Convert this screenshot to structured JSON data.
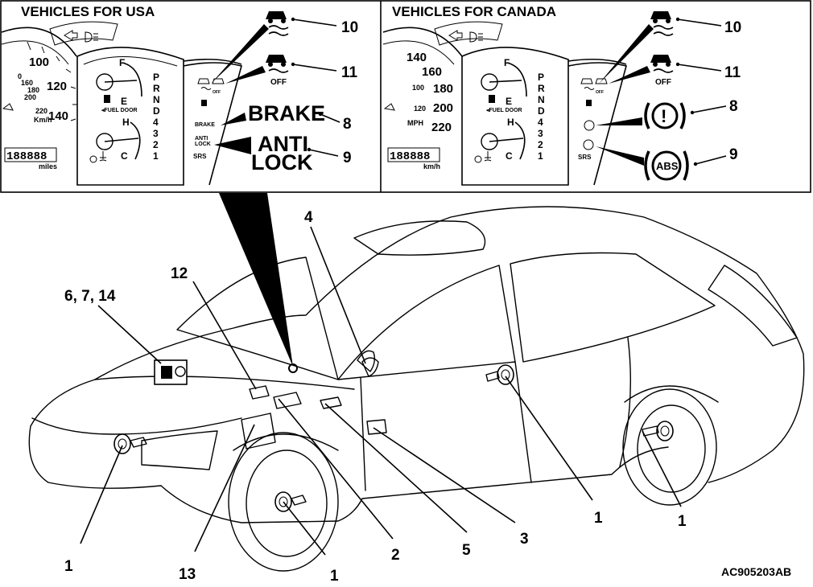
{
  "panel_usa": {
    "title": "VEHICLES FOR USA",
    "speed_ticks": [
      "100",
      "120",
      "140"
    ],
    "speed_small": [
      "0",
      "160",
      "180",
      "200",
      "220"
    ],
    "speed_unit": "Km/h",
    "odometer": "188888",
    "odometer_unit": "miles",
    "gear": [
      "P",
      "R",
      "N",
      "D",
      "4",
      "3",
      "2",
      "1"
    ],
    "fuel_letters": [
      "F",
      "E"
    ],
    "temp_letters": [
      "H",
      "C"
    ],
    "fuel_door": "◂FUEL DOOR",
    "lamp_brake": "BRAKE",
    "lamp_anti": "ANTI",
    "lamp_lock": "LOCK",
    "lamp_srs": "SRS",
    "off_label": "OFF",
    "big_brake": "BRAKE",
    "big_anti": "ANTI",
    "big_lock": "LOCK",
    "ref_10": "10",
    "ref_11": "11",
    "ref_8": "8",
    "ref_9": "9"
  },
  "panel_canada": {
    "title": "VEHICLES FOR CANADA",
    "speed_ticks": [
      "140",
      "160",
      "180",
      "200",
      "220"
    ],
    "speed_small": [
      "100",
      "120"
    ],
    "speed_unit": "MPH",
    "odometer": "188888",
    "odometer_unit": "km/h",
    "gear": [
      "P",
      "R",
      "N",
      "D",
      "4",
      "3",
      "2",
      "1"
    ],
    "fuel_letters": [
      "F",
      "E"
    ],
    "temp_letters": [
      "H",
      "C"
    ],
    "fuel_door": "◂FUEL DOOR",
    "lamp_srs": "SRS",
    "off_label": "OFF",
    "abs_label": "ABS",
    "brake_symbol": "!",
    "ref_10": "10",
    "ref_11": "11",
    "ref_8": "8",
    "ref_9": "9"
  },
  "callouts": {
    "c4": "4",
    "c12": "12",
    "c6_7_14": "6, 7, 14",
    "c1_front": "1",
    "c13": "13",
    "c1_wheel": "1",
    "c2": "2",
    "c5": "5",
    "c3": "3",
    "c1_rear_door": "1",
    "c1_rear_wheel": "1"
  },
  "figure_id": "AC905203AB"
}
